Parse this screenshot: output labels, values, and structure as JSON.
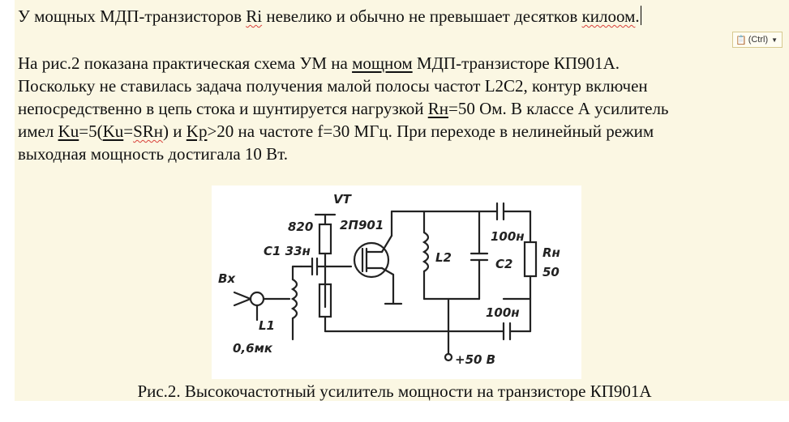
{
  "document": {
    "line1": {
      "t1": "У мощных МДП-транзисторов ",
      "ri": "Ri",
      "t2": " невелико и обычно не превышает десятков ",
      "kiloom": "килоом",
      "t3": "."
    },
    "paste_options_label": "(Ctrl)",
    "para": {
      "l1_a": "На рис.2 показана практическая схема УМ на ",
      "l1_b": "мощном",
      "l1_c": " МДП-транзисторе КП901А.",
      "l2": "Поскольку не ставилась задача получения малой полосы частот L2C2, контур включен",
      "l3_a": "непосредственно в цепь стока и шунтируется нагрузкой ",
      "l3_b": "Rн",
      "l3_c": "=50 Ом. В классе А усилитель",
      "l4_a": "имел ",
      "l4_b": "Ku",
      "l4_c": "=5(",
      "l4_d": "Ku",
      "l4_e": "=",
      "l4_f": "SRн",
      "l4_g": ") и ",
      "l4_h": "Kp",
      "l4_i": ">20 на частоте f=30 МГц.  При переходе в нелинейный режим",
      "l5": "выходная мощность достигала 10 Вт."
    },
    "caption": "Рис.2. Высокочастотный усилитель мощности на транзисторе КП901А"
  },
  "schematic": {
    "vt": "VT",
    "r1": "820",
    "transistor": "2П901",
    "c1": "C1 33н",
    "input": "Вх",
    "l1": "L1",
    "l1_value": "0,6мк",
    "l2": "L2",
    "c2": "C2",
    "c_out": "100н",
    "rload": "Rн",
    "rload_value": "50",
    "c_supply": "100н",
    "supply": "+50 В"
  }
}
